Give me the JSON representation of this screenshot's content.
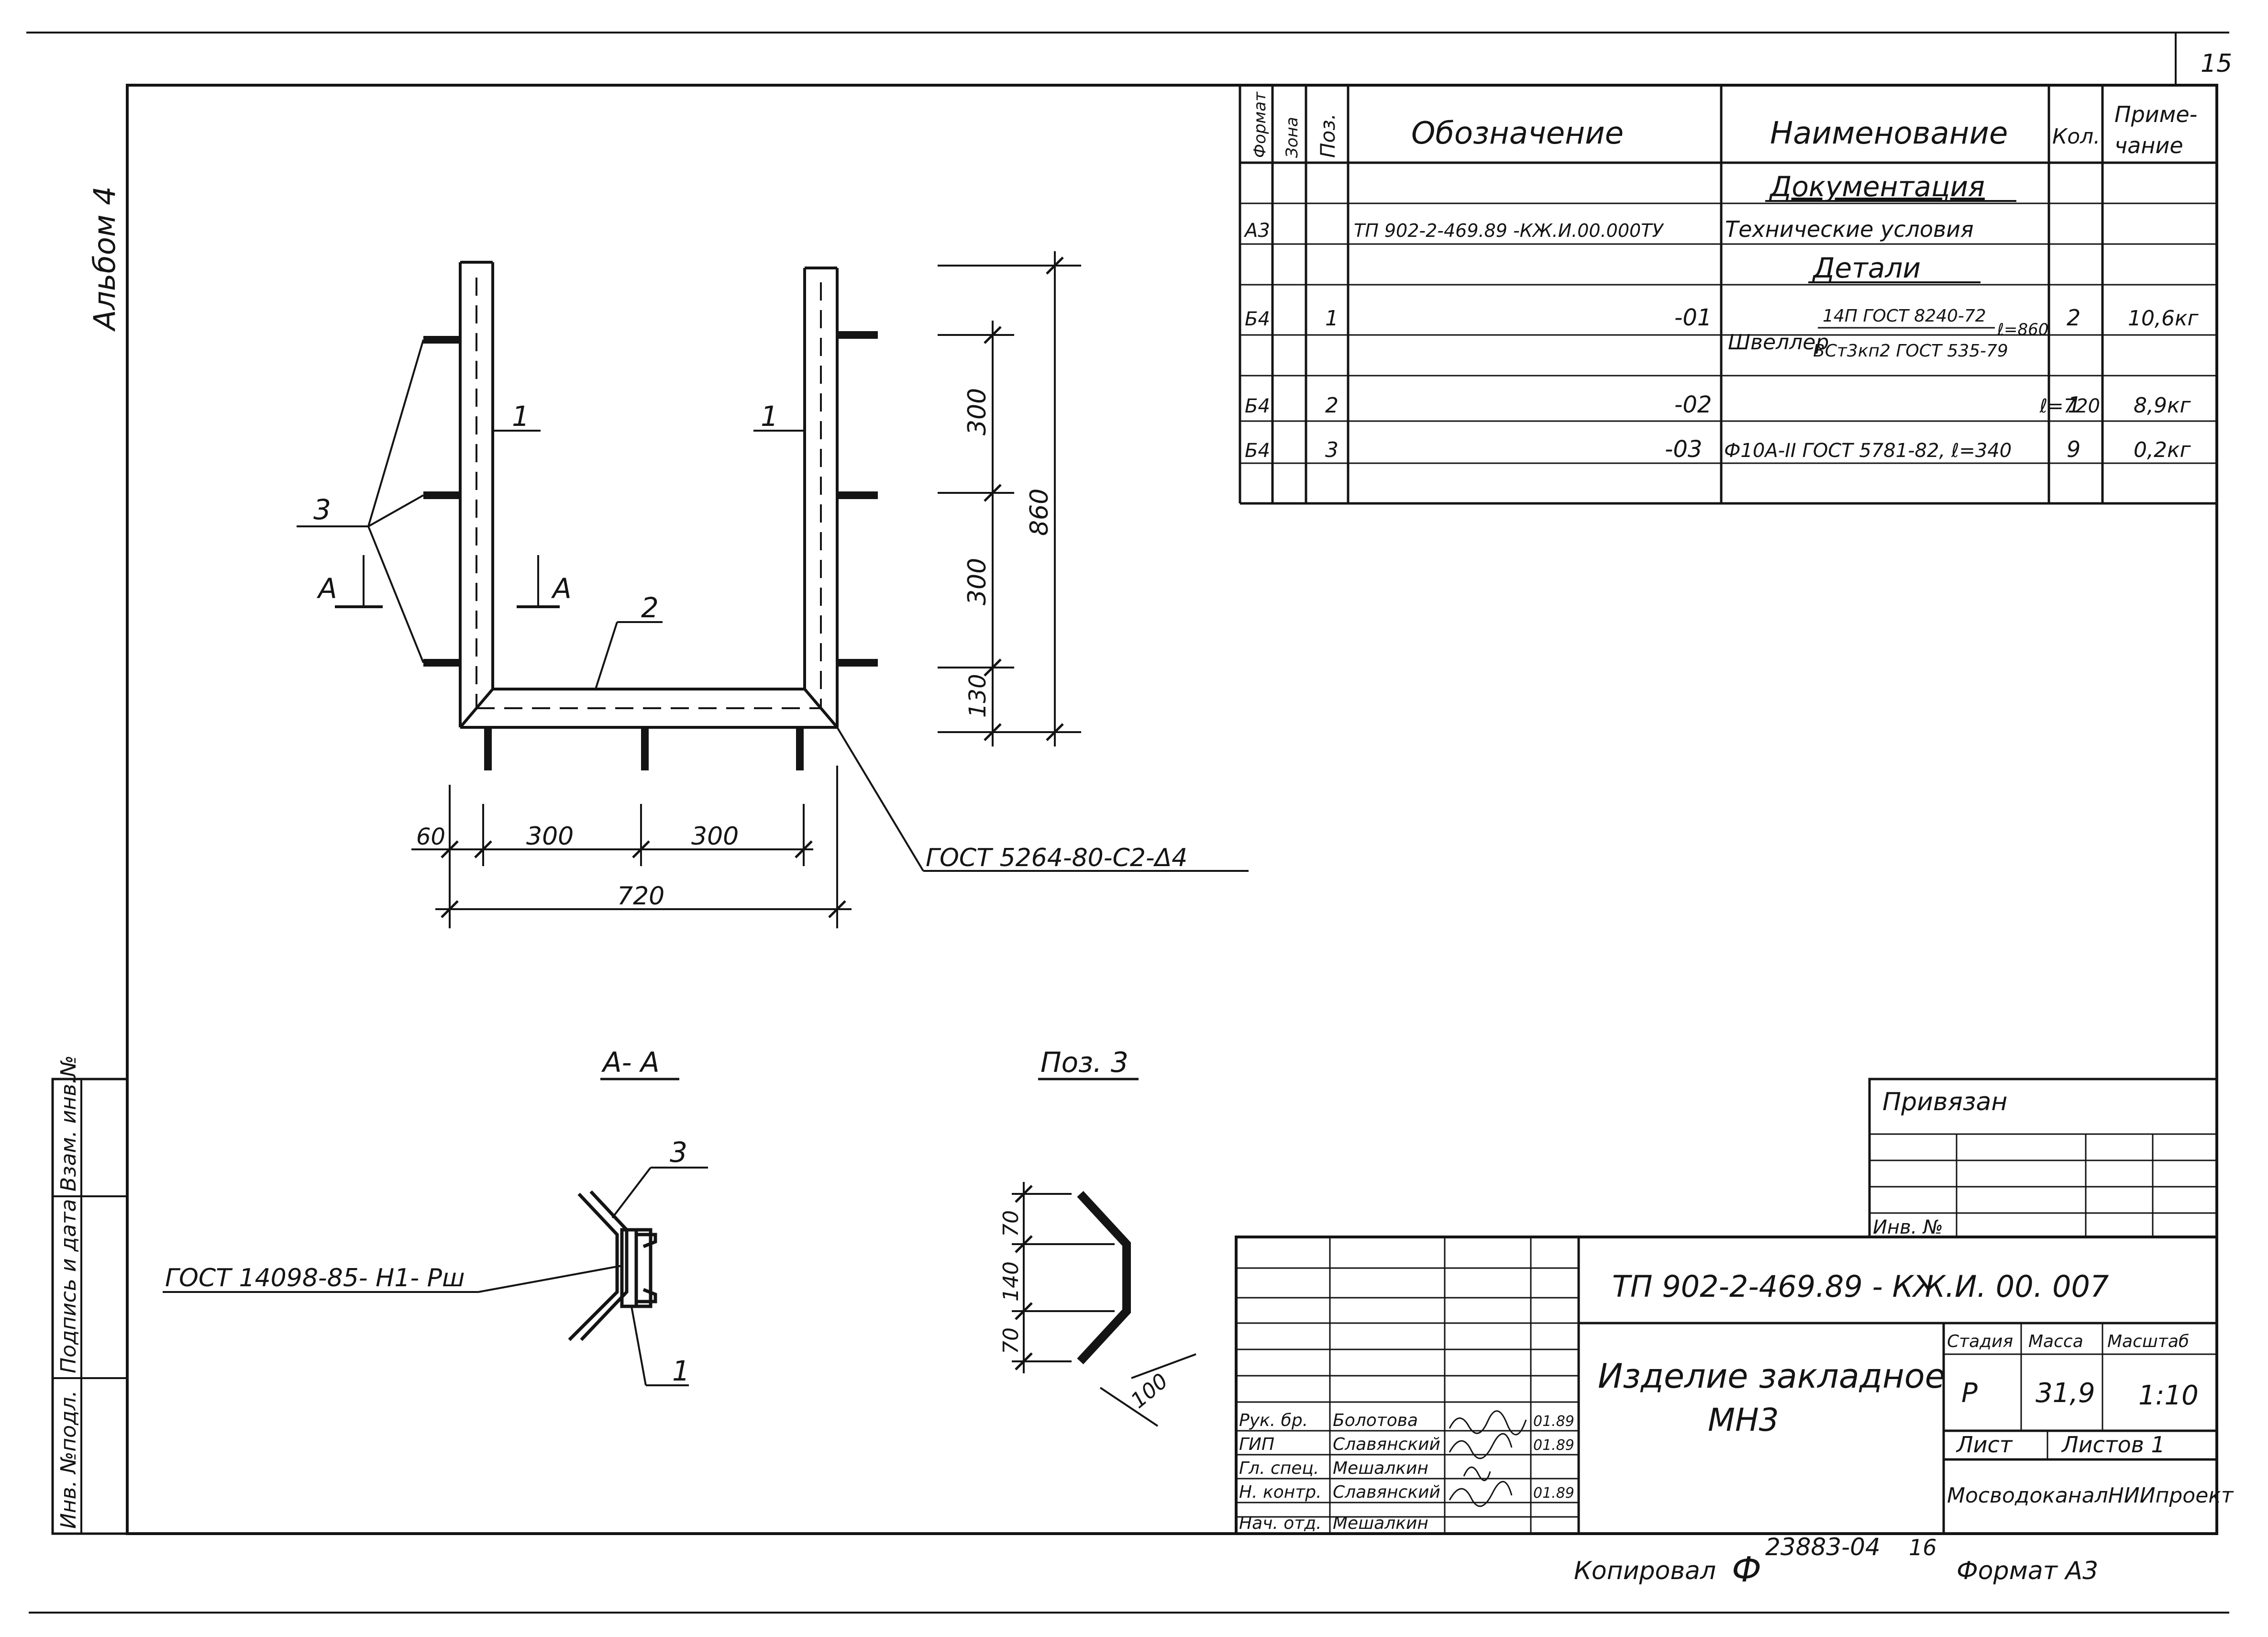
{
  "sheet": {
    "page_number": "15",
    "album": "Альбом 4",
    "copied_by": "Копировал",
    "copied_initial": "Ф",
    "archive_number": "23883-04",
    "archive_sheet": "16",
    "format": "Формат А3"
  },
  "spec_table": {
    "headers": {
      "format": "Формат",
      "zone": "Зона",
      "pos": "Поз.",
      "designation": "Обозначение",
      "name": "Наименование",
      "qty": "Кол.",
      "note_1": "Приме-",
      "note_2": "чание"
    },
    "section_docs": "Документация",
    "section_parts": "Детали",
    "rows": [
      {
        "format": "А3",
        "pos": "",
        "designation": "ТП 902-2-469.89  -КЖ.И.00.000ТУ",
        "name": "Технические условия",
        "qty": "",
        "note": ""
      },
      {
        "format": "Б4",
        "pos": "1",
        "designation": "-01",
        "name_main": "Швеллер",
        "name_top": "14П ГОСТ 8240-72",
        "name_bottom": "ВСт3кп2 ГОСТ 535-79",
        "name_len": "ℓ=860",
        "qty": "2",
        "note": "10,6кг"
      },
      {
        "format": "Б4",
        "pos": "2",
        "designation": "-02",
        "name": "ℓ=720",
        "qty": "1",
        "note": "8,9кг"
      },
      {
        "format": "Б4",
        "pos": "3",
        "designation": "-03",
        "name": "Ф10А-II ГОСТ 5781-82,  ℓ=340",
        "qty": "9",
        "note": "0,2кг"
      }
    ]
  },
  "main_view": {
    "leader_1_left": "1",
    "leader_1_right": "1",
    "leader_2": "2",
    "leader_3": "3",
    "section_mark_left": "А",
    "section_mark_right": "А",
    "dim_300_a": "300",
    "dim_300_b": "300",
    "dim_130": "130",
    "dim_860": "860",
    "dim_60": "60",
    "dim_300_c": "300",
    "dim_300_d": "300",
    "dim_720": "720",
    "weld_note": "ГОСТ 5264-80-С2-Δ4"
  },
  "section_aa": {
    "title": "А- А",
    "leader_3": "3",
    "leader_1": "1",
    "weld_note": "ГОСТ 14098-85- Н1- Рш"
  },
  "pos3_view": {
    "title": "Поз. 3",
    "dim_70_a": "70",
    "dim_140": "140",
    "dim_70_b": "70",
    "dim_100": "100"
  },
  "side_stamp": {
    "col1": "Инв. №подл.",
    "col2": "Подпись и дата",
    "col3": "Взам. инв.№"
  },
  "privyazan": {
    "label": "Привязан",
    "inv_label": "Инв. №"
  },
  "title_block": {
    "code": "ТП 902-2-469.89       - КЖ.И. 00. 007",
    "title_line1": "Изделие закладное",
    "title_line2": "МН3",
    "stage_label": "Стадия",
    "mass_label": "Масса",
    "scale_label": "Масштаб",
    "stage": "Р",
    "mass": "31,9",
    "scale": "1:10",
    "sheet_label": "Лист",
    "sheets_label": "Листов 1",
    "org": "МосводоканалНИИпроект",
    "signers": [
      {
        "role": "Рук. бр.",
        "name": "Болотова",
        "date": "01.89"
      },
      {
        "role": "ГИП",
        "name": "Славянский",
        "date": "01.89"
      },
      {
        "role": "Гл. спец.",
        "name": "Мешалкин",
        "date": ""
      },
      {
        "role": "Н. контр.",
        "name": "Славянский",
        "date": "01.89"
      },
      {
        "role": "Нач. отд.",
        "name": "Мешалкин",
        "date": ""
      }
    ]
  }
}
